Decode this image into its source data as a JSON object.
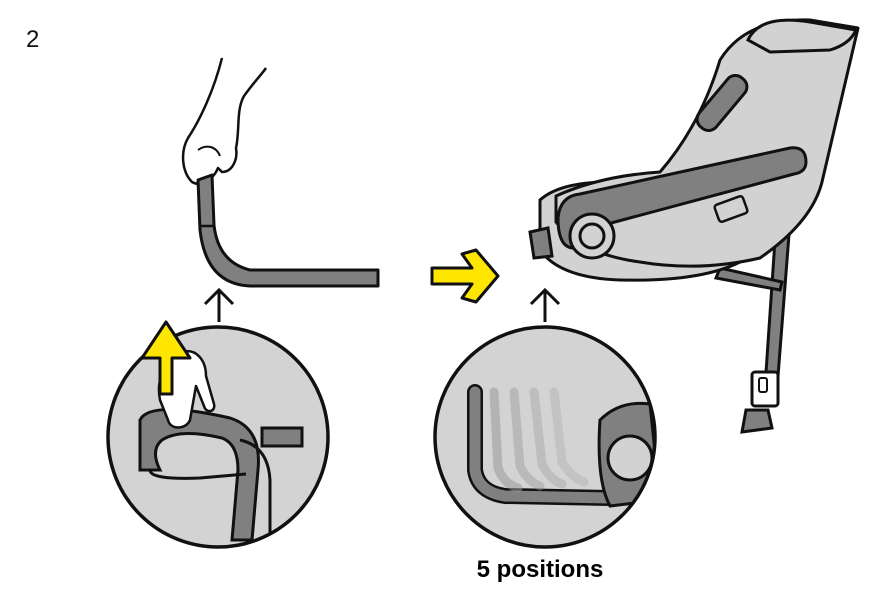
{
  "step": {
    "number": "2"
  },
  "caption": {
    "text": "5 positions"
  },
  "colors": {
    "highlight": "#FFE600",
    "seat_fill": "#D2D2D2",
    "bar_fill": "#808080",
    "zoom_background": "#D3D3D3",
    "outline": "#111111"
  },
  "icons": [
    "hand-pulling-icon",
    "up-arrow-icon",
    "right-arrow-icon"
  ],
  "adjustment": {
    "positions": 5
  }
}
